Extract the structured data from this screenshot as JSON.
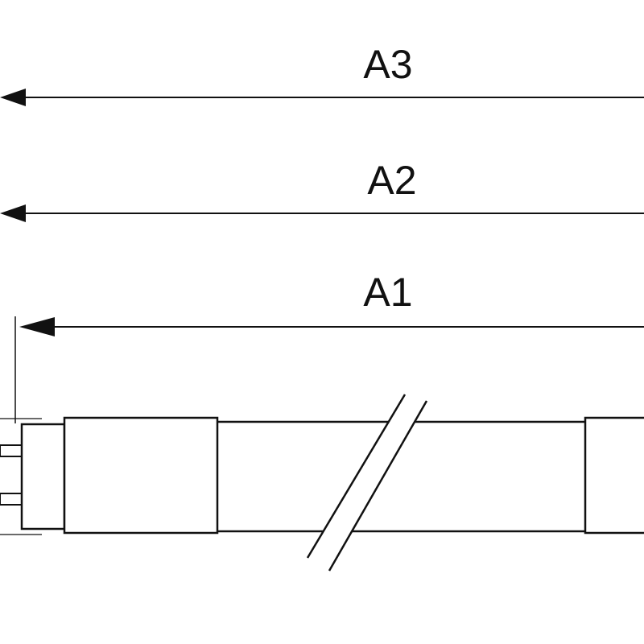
{
  "dimensions": {
    "a3": {
      "label": "A3"
    },
    "a2": {
      "label": "A2"
    },
    "a1": {
      "label": "A1"
    }
  },
  "colors": {
    "line": "#111111",
    "background": "#ffffff"
  }
}
